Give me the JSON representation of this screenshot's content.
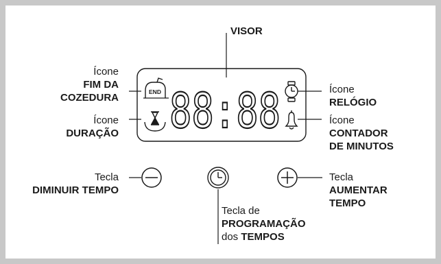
{
  "labels": {
    "visor": "VISOR",
    "end_icon": {
      "prefix": "Ícone",
      "line1": "FIM DA",
      "line2": "COZEDURA"
    },
    "duration_icon": {
      "prefix": "Ícone",
      "line1": "DURAÇÃO"
    },
    "clock_icon": {
      "prefix": "Ícone",
      "line1": "RELÓGIO"
    },
    "minute_timer_icon": {
      "prefix": "Ícone",
      "line1": "CONTADOR",
      "line2": "DE MINUTOS"
    },
    "decrease_key": {
      "prefix": "Tecla",
      "line1": "DIMINUIR TEMPO"
    },
    "increase_key": {
      "prefix": "Tecla",
      "line1": "AUMENTAR",
      "line2": "TEMPO"
    },
    "program_key": {
      "prefix": "Tecla de",
      "line1": "PROGRAMAÇÃO",
      "line2_normal": "dos",
      "line2_bold": "TEMPOS"
    }
  },
  "display": {
    "digits": "88:88",
    "end_badge": "END"
  },
  "colors": {
    "background": "#c8c8c8",
    "panel": "#ffffff",
    "ink": "#1a1a1a"
  },
  "icons": [
    "end-icon",
    "hourglass-icon",
    "clock-icon",
    "bell-icon",
    "minus-icon",
    "plus-icon",
    "clock-key-icon"
  ]
}
